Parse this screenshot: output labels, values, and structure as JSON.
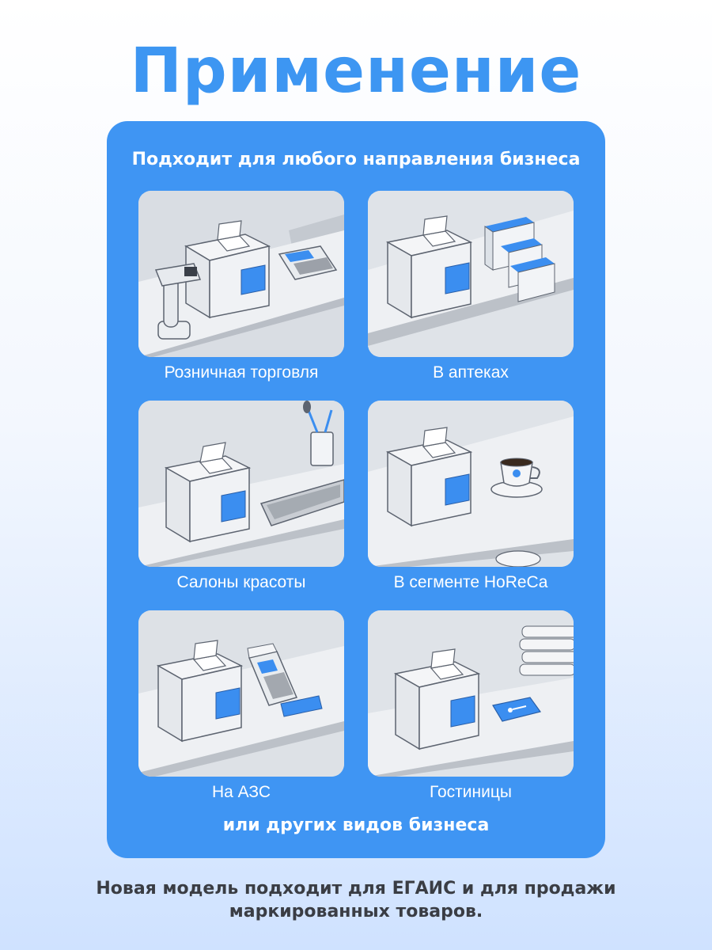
{
  "page": {
    "title": "Применение",
    "subtitle": "Подходит для любого направления бизнеса",
    "panel_footer": "или других видов бизнеса",
    "bottom_line1": "Новая модель подходит для ЕГАИС и для продажи",
    "bottom_line2": "маркированных товаров."
  },
  "cards": [
    {
      "label": "Розничная торговля",
      "extra_icon": "barcode-scanner-and-pos-terminal-icon"
    },
    {
      "label": "В аптеках",
      "extra_icon": "medicine-boxes-icon"
    },
    {
      "label": "Салоны красоты",
      "extra_icon": "keyboard-and-brush-cup-icon"
    },
    {
      "label": "В сегменте HoReCa",
      "extra_icon": "coffee-cup-icon"
    },
    {
      "label": "На АЗС",
      "extra_icon": "card-payment-terminal-icon"
    },
    {
      "label": "Гостиницы",
      "extra_icon": "towels-and-key-card-icon"
    }
  ],
  "colors": {
    "accent": "#3f95f3",
    "title": "#3d96f2",
    "text_dark": "#3a3d44",
    "printer_screen": "#3b8ef0"
  }
}
